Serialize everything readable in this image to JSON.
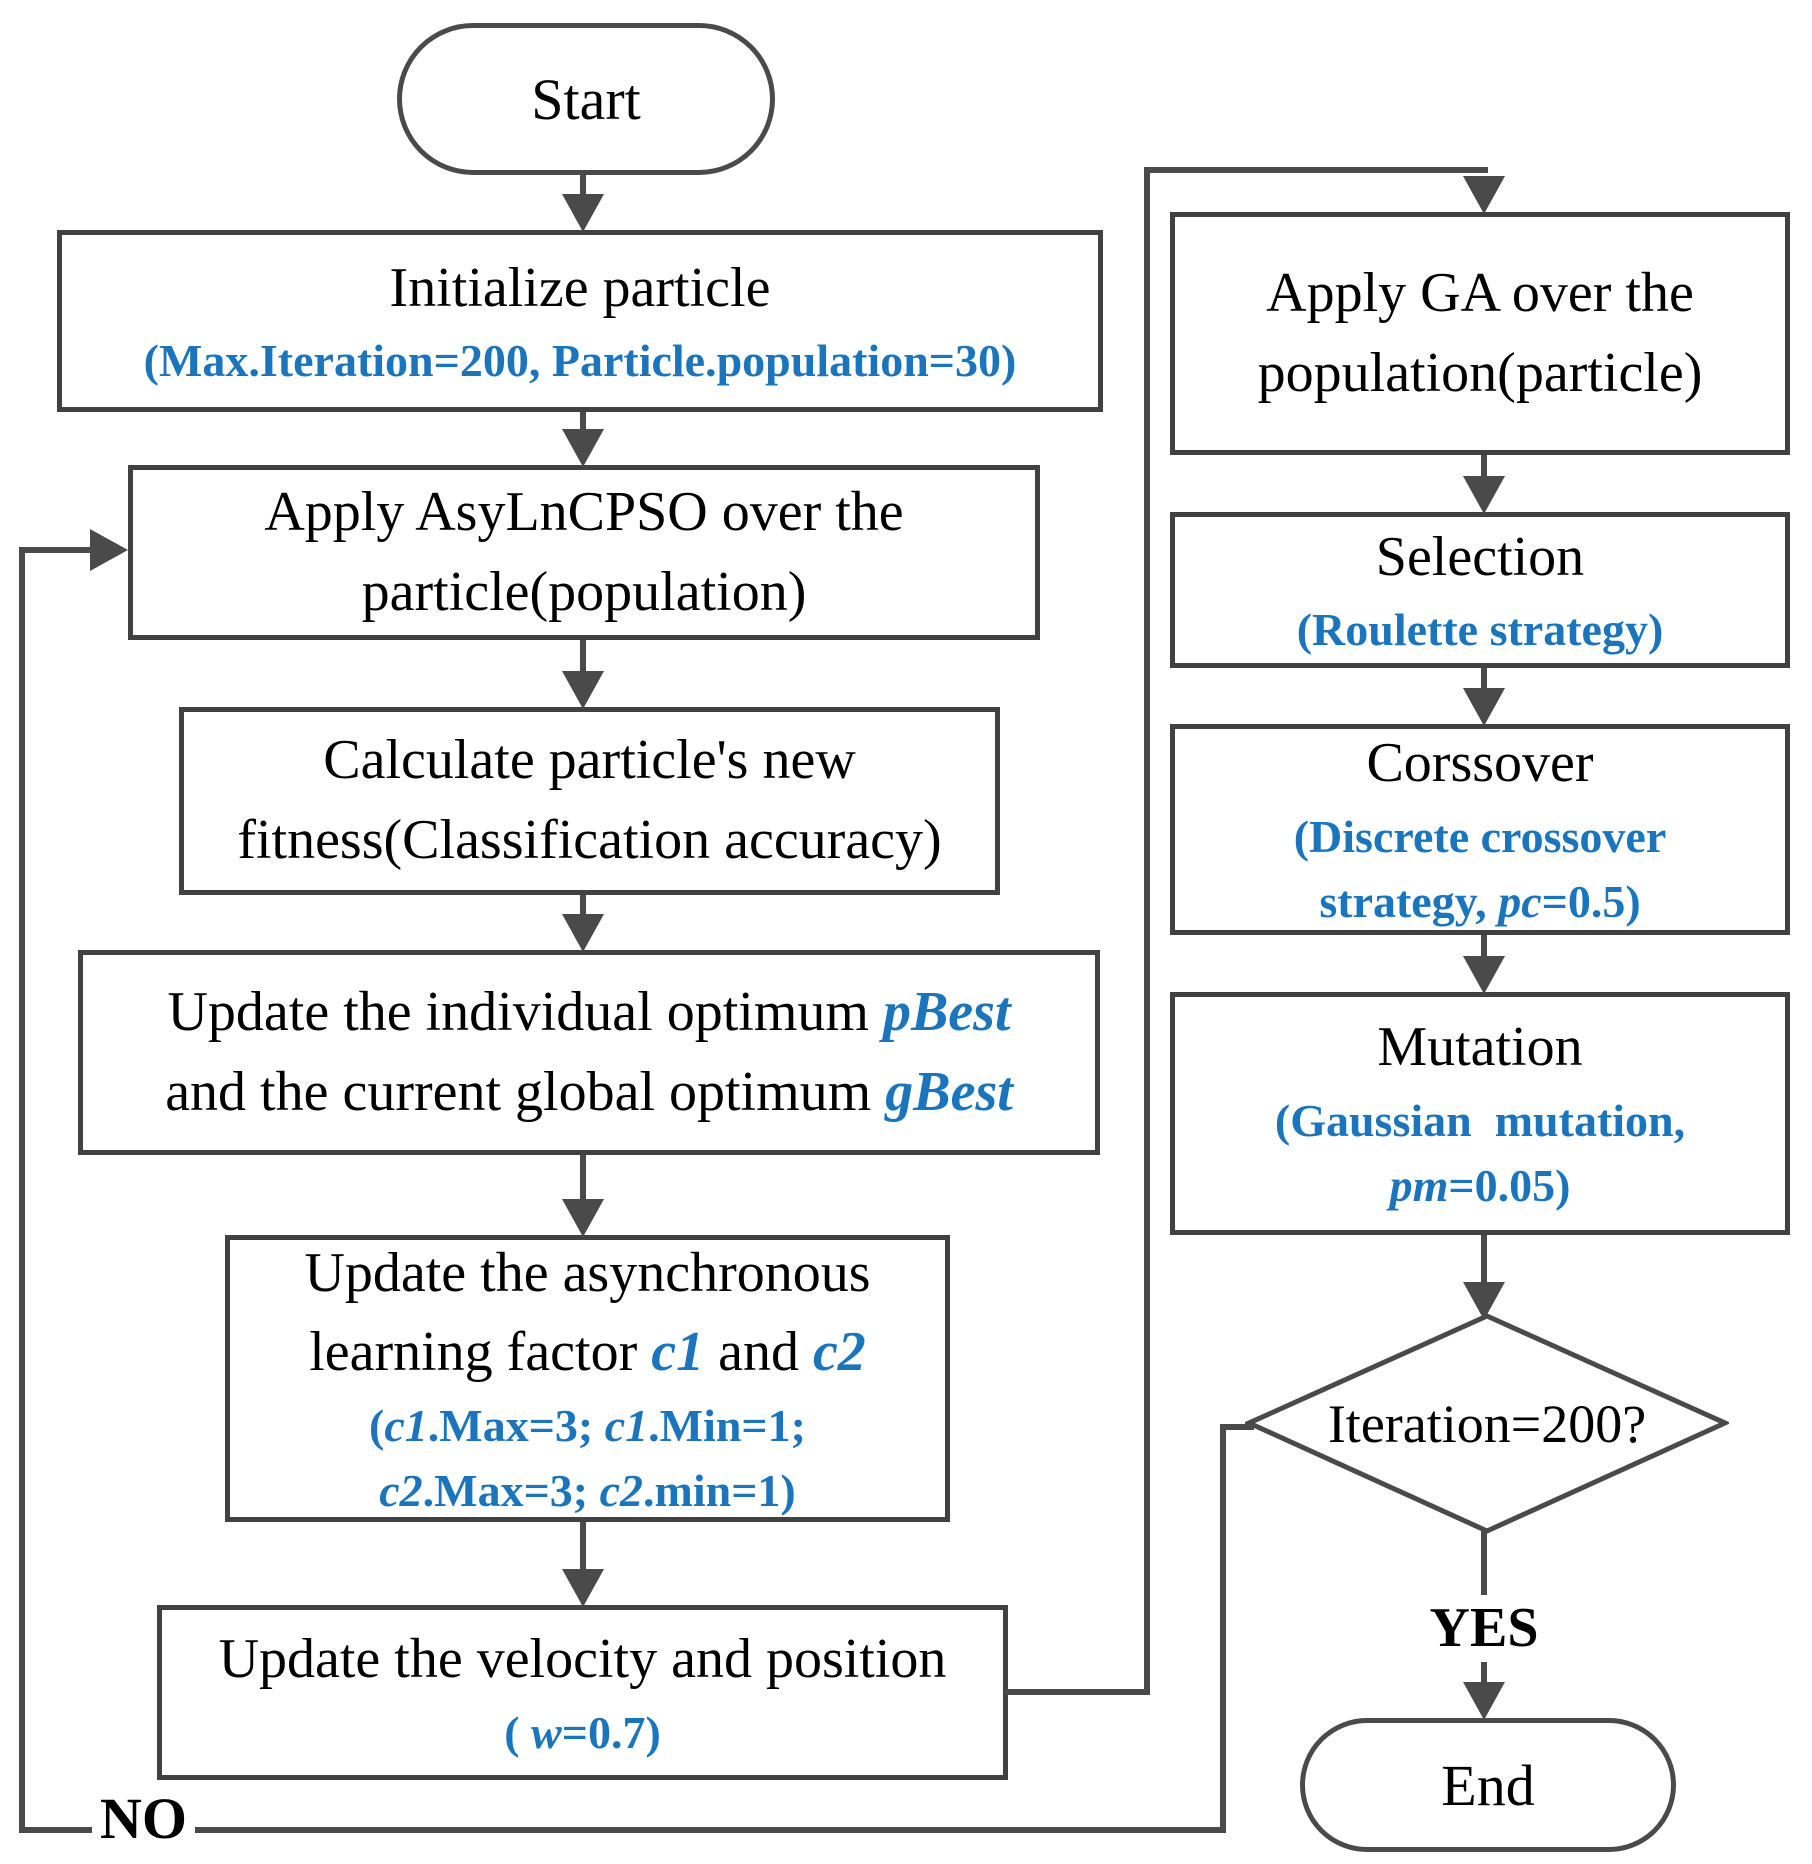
{
  "meta": {
    "background_color": "#ffffff",
    "accent_blue": "#1b75bc",
    "line_color": "#4a4a4a",
    "text_color": "#000000"
  },
  "nodes": {
    "start": {
      "type": "terminator",
      "label": "Start"
    },
    "init": {
      "type": "process",
      "lines": [
        [
          {
            "t": "Initialize particle",
            "c": "k"
          }
        ],
        [
          {
            "t": "(Max.Iteration=200, Particle.population=30)",
            "c": "b"
          }
        ]
      ]
    },
    "asy": {
      "type": "process",
      "lines": [
        [
          {
            "t": "Apply AsyLnCPSO over the",
            "c": "k"
          }
        ],
        [
          {
            "t": "particle(population)",
            "c": "k"
          }
        ]
      ]
    },
    "calc": {
      "type": "process",
      "lines": [
        [
          {
            "t": "Calculate particle's new",
            "c": "k"
          }
        ],
        [
          {
            "t": "fitness(Classification accuracy)",
            "c": "k"
          }
        ]
      ]
    },
    "pbest": {
      "type": "process",
      "lines": [
        [
          {
            "t": "Update the individual optimum ",
            "c": "k"
          },
          {
            "t": "pBest",
            "c": "bi"
          }
        ],
        [
          {
            "t": "and the current global optimum ",
            "c": "k"
          },
          {
            "t": "gBest",
            "c": "bi"
          }
        ]
      ]
    },
    "acoef": {
      "type": "process",
      "lines": [
        [
          {
            "t": "Update the asynchronous",
            "c": "k"
          }
        ],
        [
          {
            "t": "learning factor ",
            "c": "k"
          },
          {
            "t": "c1",
            "c": "bi"
          },
          {
            "t": " and ",
            "c": "k"
          },
          {
            "t": "c2",
            "c": "bi"
          }
        ],
        [
          {
            "t": "(",
            "c": "b"
          },
          {
            "t": "c1",
            "c": "bi"
          },
          {
            "t": ".Max=3; ",
            "c": "b"
          },
          {
            "t": "c1",
            "c": "bi"
          },
          {
            "t": ".Min=1;",
            "c": "b"
          }
        ],
        [
          {
            "t": "c2",
            "c": "bi"
          },
          {
            "t": ".Max=3; ",
            "c": "b"
          },
          {
            "t": "c2",
            "c": "bi"
          },
          {
            "t": ".min=1)",
            "c": "b"
          }
        ]
      ]
    },
    "vel": {
      "type": "process",
      "lines": [
        [
          {
            "t": "Update the velocity and position",
            "c": "k"
          }
        ],
        [
          {
            "t": "( ",
            "c": "b"
          },
          {
            "t": "w",
            "c": "bi"
          },
          {
            "t": "=0.7)",
            "c": "b"
          }
        ]
      ]
    },
    "ga": {
      "type": "process",
      "lines": [
        [
          {
            "t": "Apply GA over the",
            "c": "k"
          }
        ],
        [
          {
            "t": "population(particle)",
            "c": "k"
          }
        ]
      ]
    },
    "sel": {
      "type": "process",
      "lines": [
        [
          {
            "t": "Selection",
            "c": "k"
          }
        ],
        [
          {
            "t": "(Roulette strategy)",
            "c": "b"
          }
        ]
      ]
    },
    "cross": {
      "type": "process",
      "lines": [
        [
          {
            "t": "Corssover",
            "c": "k"
          }
        ],
        [
          {
            "t": "(Discrete crossover",
            "c": "b"
          }
        ],
        [
          {
            "t": "strategy, ",
            "c": "b"
          },
          {
            "t": "pc",
            "c": "bi"
          },
          {
            "t": "=0.5)",
            "c": "b"
          }
        ]
      ]
    },
    "mut": {
      "type": "process",
      "lines": [
        [
          {
            "t": "Mutation",
            "c": "k"
          }
        ],
        [
          {
            "t": "(Gaussian  mutation,",
            "c": "b"
          }
        ],
        [
          {
            "t": "pm",
            "c": "bi"
          },
          {
            "t": "=0.05)",
            "c": "b"
          }
        ]
      ]
    },
    "decision": {
      "type": "decision",
      "label": "Iteration=200?"
    },
    "end": {
      "type": "terminator",
      "label": "End"
    }
  },
  "edge_labels": {
    "yes": "YES",
    "no": "NO"
  }
}
